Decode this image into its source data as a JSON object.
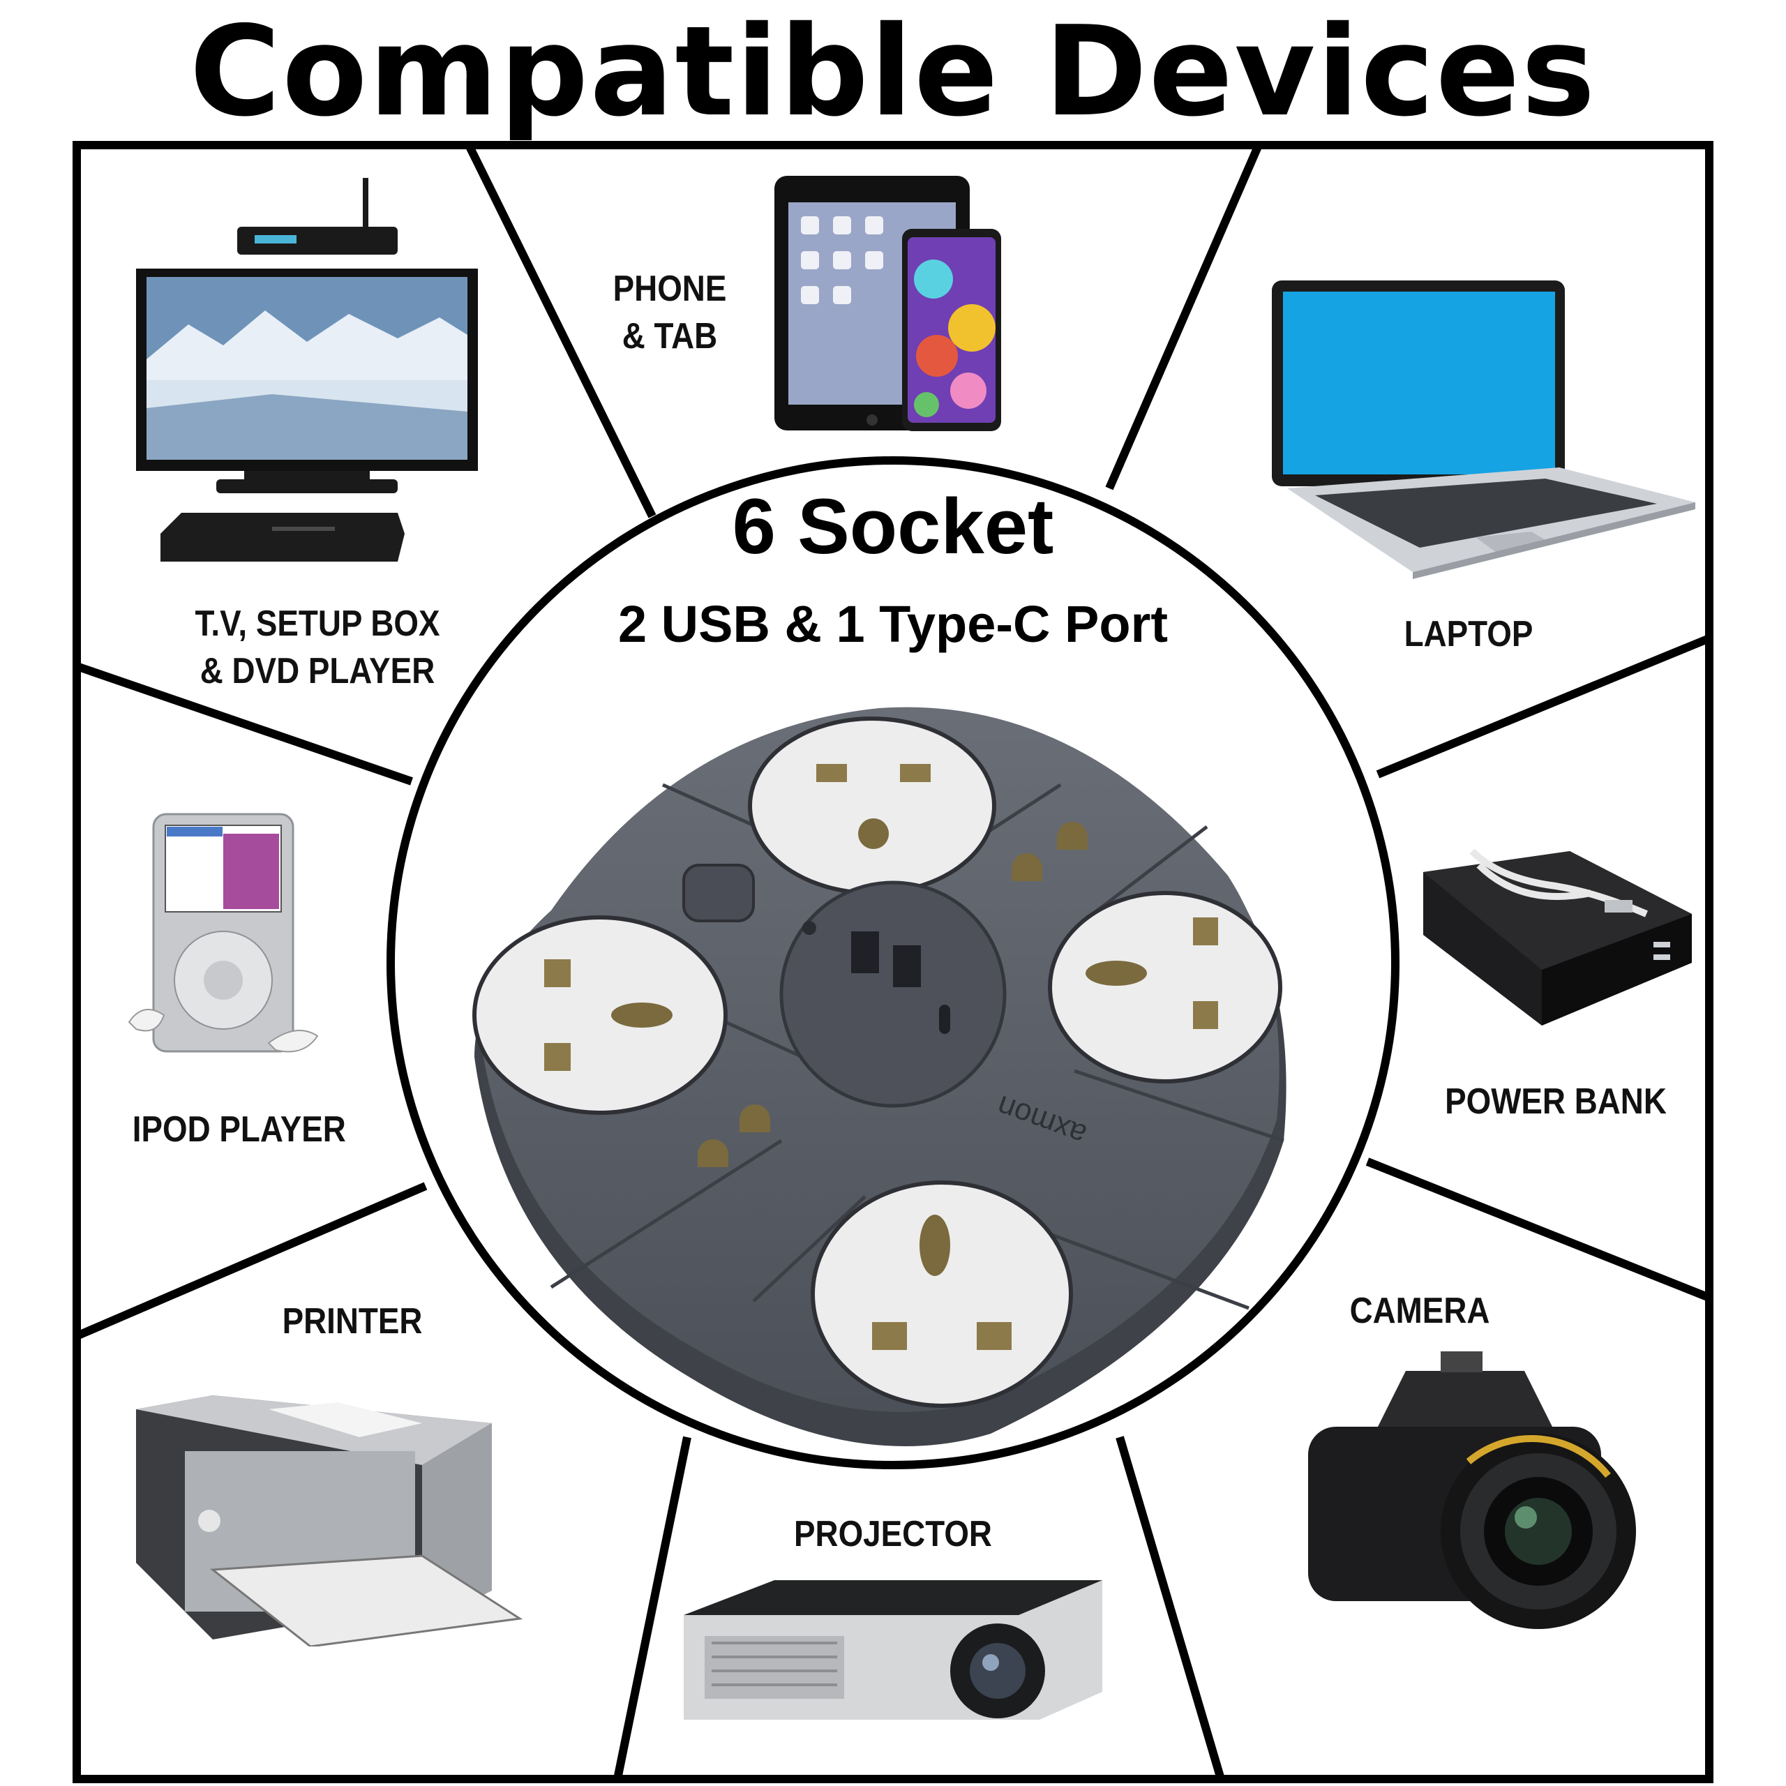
{
  "page": {
    "title": "Compatible Devices"
  },
  "center": {
    "title": "6 Socket",
    "subtitle": "2 USB & 1 Type-C Port",
    "product": {
      "name_icon": "power-strip-image",
      "brand_mark": "axmon"
    }
  },
  "devices": {
    "tv": {
      "label": "T.V, SETUP BOX\n& DVD PLAYER",
      "icon": "tv-setup-box-dvd-image"
    },
    "phone_tab": {
      "label": "PHONE\n& TAB",
      "icon": "phone-tablet-image"
    },
    "laptop": {
      "label": "LAPTOP",
      "icon": "laptop-image"
    },
    "ipod": {
      "label": "IPOD PLAYER",
      "icon": "ipod-image"
    },
    "power_bank": {
      "label": "POWER BANK",
      "icon": "power-bank-image"
    },
    "printer": {
      "label": "PRINTER",
      "icon": "printer-image"
    },
    "projector": {
      "label": "PROJECTOR",
      "icon": "projector-image"
    },
    "camera": {
      "label": "CAMERA",
      "icon": "camera-image"
    }
  },
  "colors": {
    "outline": "#000000",
    "strip_body": "#5b5f68",
    "socket_face": "#eeeeee",
    "laptop_screen": "#16a3e3"
  }
}
